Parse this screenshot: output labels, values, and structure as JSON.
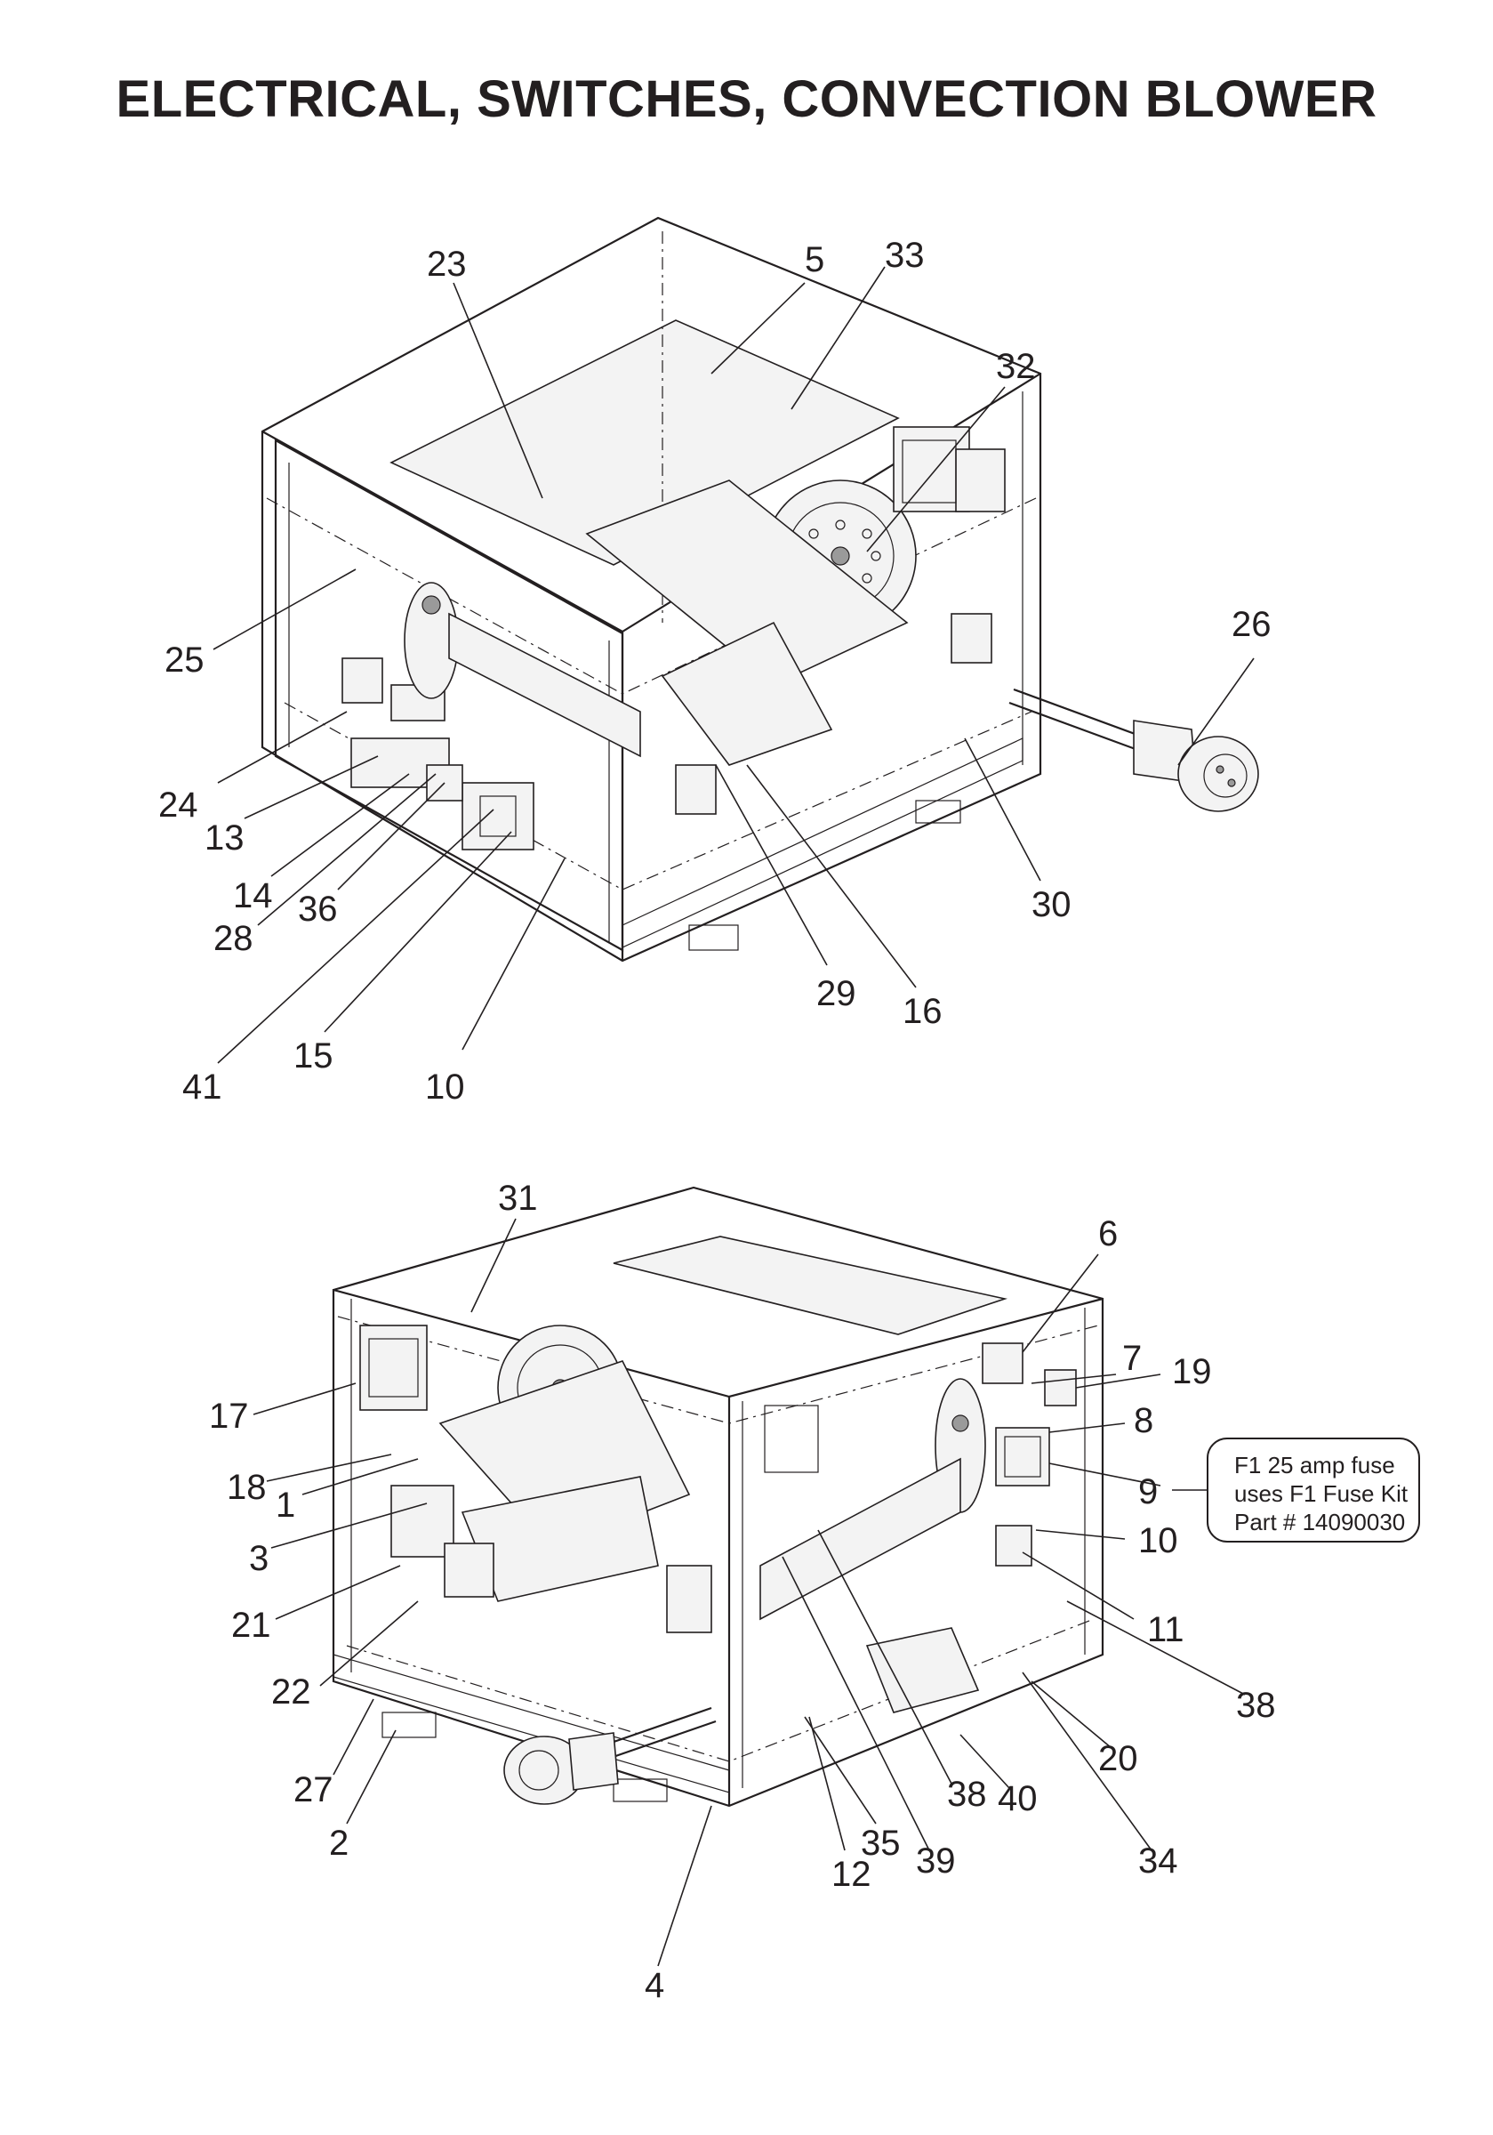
{
  "title": "ELECTRICAL, SWITCHES, CONVECTION BLOWER",
  "callouts_top": [
    "23",
    "5",
    "33",
    "32",
    "25",
    "26",
    "24",
    "13",
    "14",
    "36",
    "28",
    "30",
    "29",
    "16",
    "41",
    "15",
    "10"
  ],
  "callouts_bottom": [
    "31",
    "6",
    "7",
    "19",
    "17",
    "8",
    "18",
    "1",
    "9",
    "3",
    "10",
    "21",
    "11",
    "38",
    "22",
    "20",
    "27",
    "38",
    "40",
    "35",
    "39",
    "34",
    "2",
    "12",
    "4"
  ],
  "fuse_note": {
    "line1": "F1 25 amp fuse",
    "line2": "uses F1 Fuse Kit",
    "line3": "Part # 14090030"
  }
}
